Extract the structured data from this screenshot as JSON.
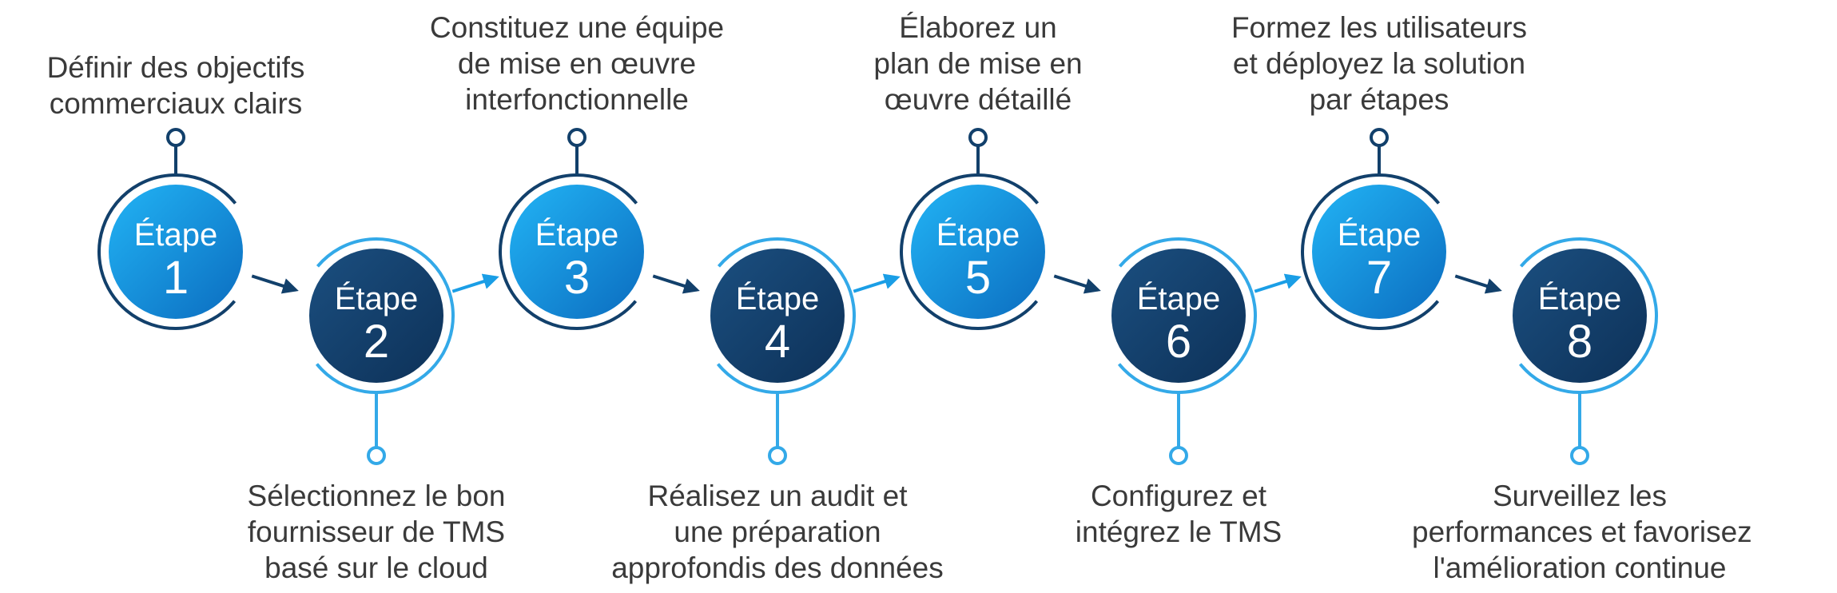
{
  "colors": {
    "dark_blue": "#12406b",
    "light_blue": "#1a9ee6",
    "ring_light": "#33a9e8",
    "ring_dark": "#12406b",
    "text": "#3a3a3a"
  },
  "steps": [
    {
      "word": "Étape",
      "number": "1",
      "style": "light",
      "caption_position": "top",
      "caption": [
        "Définir des objectifs",
        "commerciaux clairs"
      ]
    },
    {
      "word": "Étape",
      "number": "2",
      "style": "dark",
      "caption_position": "bottom",
      "caption": [
        "Sélectionnez le bon",
        "fournisseur de TMS",
        "basé sur le cloud"
      ]
    },
    {
      "word": "Étape",
      "number": "3",
      "style": "light",
      "caption_position": "top",
      "caption": [
        "Constituez une équipe",
        "de mise en œuvre",
        "interfonctionnelle"
      ]
    },
    {
      "word": "Étape",
      "number": "4",
      "style": "dark",
      "caption_position": "bottom",
      "caption": [
        "Réalisez un audit et",
        "une préparation",
        "approfondis des données"
      ]
    },
    {
      "word": "Étape",
      "number": "5",
      "style": "light",
      "caption_position": "top",
      "caption": [
        "Élaborez un",
        "plan de mise en",
        "œuvre détaillé"
      ]
    },
    {
      "word": "Étape",
      "number": "6",
      "style": "dark",
      "caption_position": "bottom",
      "caption": [
        "Configurez et",
        "intégrez le TMS"
      ]
    },
    {
      "word": "Étape",
      "number": "7",
      "style": "light",
      "caption_position": "top",
      "caption": [
        "Formez les utilisateurs",
        "et déployez la solution",
        "par étapes"
      ]
    },
    {
      "word": "Étape",
      "number": "8",
      "style": "dark",
      "caption_position": "bottom",
      "caption": [
        "Surveillez les",
        "performances et favorisez",
        "l'amélioration continue"
      ]
    }
  ]
}
